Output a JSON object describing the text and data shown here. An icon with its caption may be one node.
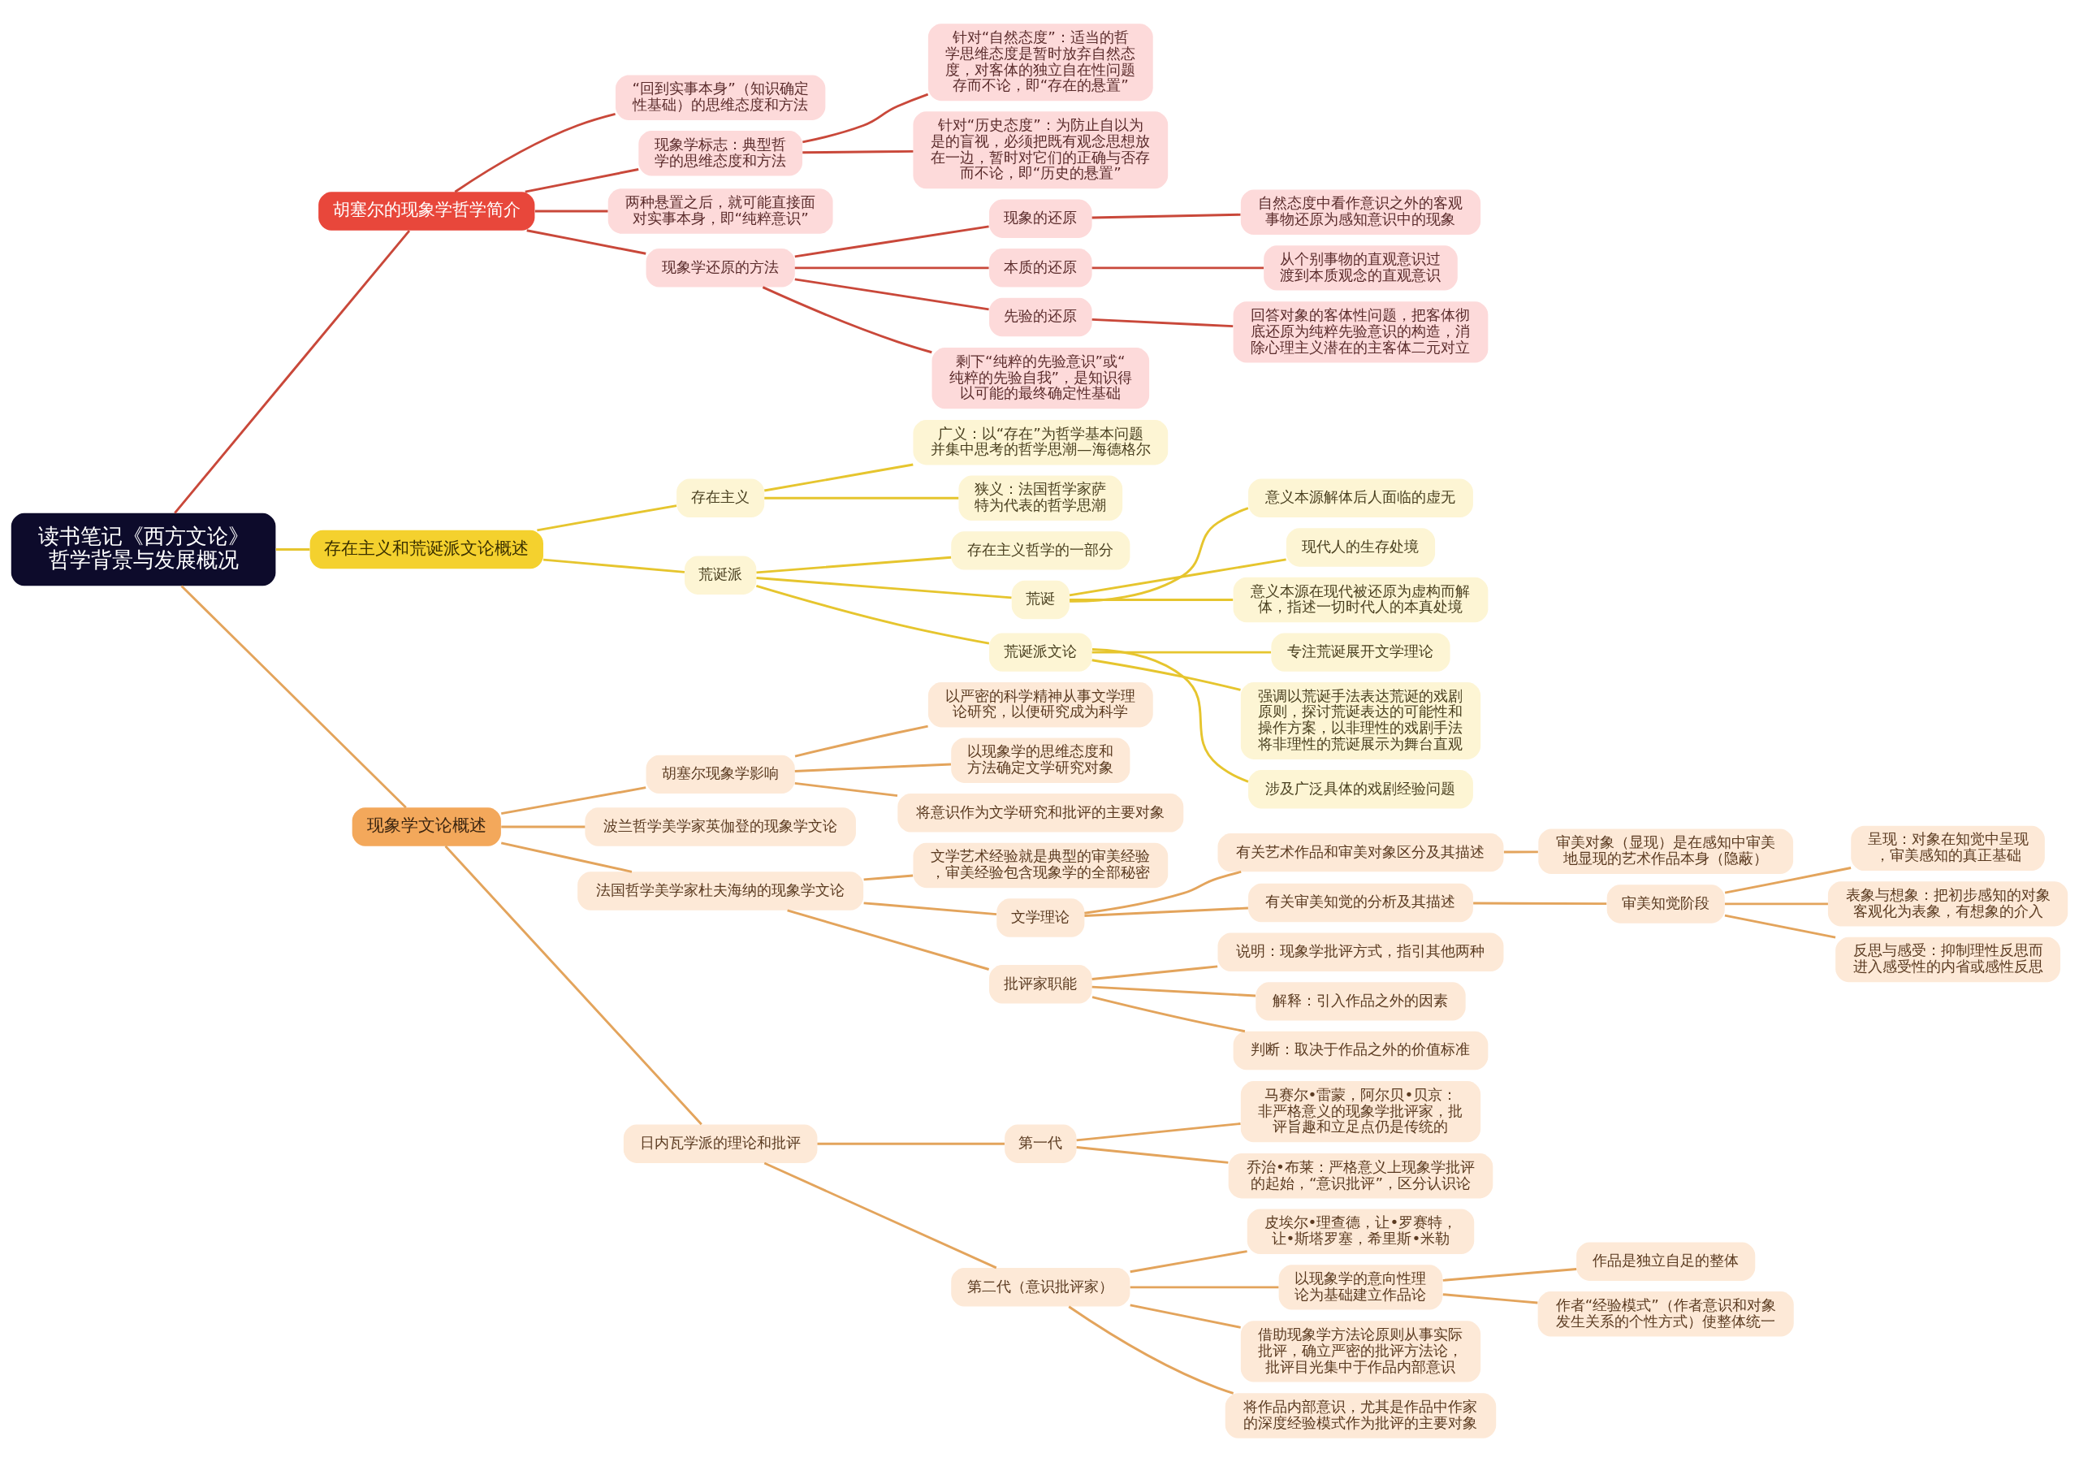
{
  "diagram": {
    "nodes": [
      {
        "text": [
          "读书笔记《西方文论》哲学背景与发展概况"
        ]
      },
      {
        "text": [
          "胡塞尔的现象学哲学简介"
        ]
      },
      {
        "text": [
          "“回到实事本身”（知识确定性基础）的思维态度和方法"
        ]
      },
      {
        "text": [
          "现象学标志：典型哲学的思维态度和方法"
        ]
      },
      {
        "text": [
          "针对“自然态度”：适当的哲学思维态度是暂时放弃自然态度，对客体的独立自在性问题存而不论，即“存在的悬置”"
        ]
      },
      {
        "text": [
          "针对“历史态度”：为防止自以为是的盲视，必须把既有观念思想放在一边，暂时对它们的正确与否存而不论，即“历史的悬置”"
        ]
      },
      {
        "text": [
          "两种悬置之后，就可能直接面对实事本身，即“纯粹意识”"
        ]
      },
      {
        "text": [
          "现象学还原的方法"
        ]
      },
      {
        "text": [
          "现象的还原"
        ]
      },
      {
        "text": [
          "自然态度中看作意识之外的客观事物还原为感知意识中的现象"
        ]
      },
      {
        "text": [
          "本质的还原"
        ]
      },
      {
        "text": [
          "从个别事物的直观意识过渡到本质观念的直观意识"
        ]
      },
      {
        "text": [
          "先验的还原"
        ]
      },
      {
        "text": [
          "回答对象的客体性问题，把客体彻底还原为纯粹先验意识的构造，消除心理主义潜在的主客体二元对立"
        ]
      },
      {
        "text": [
          "剩下“纯粹的先验意识”或“纯粹的先验自我”，是知识得以可能的最终确定性基础"
        ]
      },
      {
        "text": [
          "存在主义和荒诞派文论概述"
        ]
      },
      {
        "text": [
          "存在主义"
        ]
      },
      {
        "text": [
          "广义：以“存在”为哲学基本问题并集中思考的哲学思潮—海德格尔"
        ]
      },
      {
        "text": [
          "狭义：法国哲学家萨特为代表的哲学思潮"
        ]
      },
      {
        "text": [
          "荒诞派"
        ]
      },
      {
        "text": [
          "存在主义哲学的一部分"
        ]
      },
      {
        "text": [
          "荒诞"
        ]
      },
      {
        "text": [
          "意义本源解体后人面临的虚无"
        ]
      },
      {
        "text": [
          "现代人的生存处境"
        ]
      },
      {
        "text": [
          "意义本源在现代被还原为虚构而解体，指述一切时代人的本真处境"
        ]
      },
      {
        "text": [
          "荒诞派文论"
        ]
      },
      {
        "text": [
          "专注荒诞展开文学理论"
        ]
      },
      {
        "text": [
          "强调以荒诞手法表达荒诞的戏剧原则，探讨荒诞表达的可能性和操作方案，以非理性的戏剧手法将非理性的荒诞展示为舞台直观"
        ]
      },
      {
        "text": [
          "涉及广泛具体的戏剧经验问题"
        ]
      },
      {
        "text": [
          "现象学文论概述"
        ]
      },
      {
        "text": [
          "胡塞尔现象学影响"
        ]
      },
      {
        "text": [
          "以严密的科学精神从事文学理论研究，以便研究成为科学"
        ]
      },
      {
        "text": [
          "以现象学的思维态度和方法确定文学研究对象"
        ]
      },
      {
        "text": [
          "将意识作为文学研究和批评的主要对象"
        ]
      },
      {
        "text": [
          "波兰哲学美学家英伽登的现象学文论"
        ]
      },
      {
        "text": [
          "法国哲学美学家杜夫海纳的现象学文论"
        ]
      },
      {
        "text": [
          "文学艺术经验就是典型的审美经验，审美经验包含现象学的全部秘密"
        ]
      },
      {
        "text": [
          "文学理论"
        ]
      },
      {
        "text": [
          "有关艺术作品和审美对象区分及其描述"
        ]
      },
      {
        "text": [
          "审美对象（显现）是在感知中审美地显现的艺术作品本身（隐蔽）"
        ]
      },
      {
        "text": [
          "有关审美知觉的分析及其描述"
        ]
      },
      {
        "text": [
          "审美知觉阶段"
        ]
      },
      {
        "text": [
          "呈现：对象在知觉中呈现，审美感知的真正基础"
        ]
      },
      {
        "text": [
          "表象与想象：把初步感知的对象客观化为表象，有想象的介入"
        ]
      },
      {
        "text": [
          "反思与感受：抑制理性反思而进入感受性的内省或感性反思"
        ]
      },
      {
        "text": [
          "批评家职能"
        ]
      },
      {
        "text": [
          "说明：现象学批评方式，指引其他两种"
        ]
      },
      {
        "text": [
          "解释：引入作品之外的因素"
        ]
      },
      {
        "text": [
          "判断：取决于作品之外的价值标准"
        ]
      },
      {
        "text": [
          "日内瓦学派的理论和批评"
        ]
      },
      {
        "text": [
          "第一代"
        ]
      },
      {
        "text": [
          "马赛尔•雷蒙，阿尔贝•贝京：非严格意义的现象学批评家，批评旨趣和立足点仍是传统的"
        ]
      },
      {
        "text": [
          "乔治•布莱：严格意义上现象学批评的起始，“意识批评”，区分认识论"
        ]
      },
      {
        "text": [
          "第二代（意识批评家）"
        ]
      },
      {
        "text": [
          "皮埃尔•理查德，让•罗赛特，让•斯塔罗塞，希里斯•米勒"
        ]
      },
      {
        "text": [
          "以现象学的意向性理论为基础建立作品论"
        ]
      },
      {
        "text": [
          "作品是独立自足的整体"
        ]
      },
      {
        "text": [
          "作者“经验模式”（作者意识和对象发生关系的个性方式）使整体统一"
        ]
      },
      {
        "text": [
          "借助现象学方法论原则从事实际批评，确立严密的批评方法论，批评目光集中于作品内部意识"
        ]
      },
      {
        "text": [
          "将作品内部意识，尤其是作品中作家的深度经验模式作为批评的主要对象"
        ]
      }
    ],
    "edges": [
      {
        "from": 0,
        "to": 1,
        "arrow": "none",
        "color": "#c9483a"
      },
      {
        "from": 1,
        "to": 2,
        "arrow": "none",
        "color": "#c9483a"
      },
      {
        "from": 1,
        "to": 3,
        "arrow": "none",
        "color": "#c9483a"
      },
      {
        "from": 3,
        "to": 4,
        "arrow": "none",
        "color": "#c9483a"
      },
      {
        "from": 3,
        "to": 5,
        "arrow": "none",
        "color": "#c9483a"
      },
      {
        "from": 1,
        "to": 6,
        "arrow": "none",
        "color": "#c9483a"
      },
      {
        "from": 1,
        "to": 7,
        "arrow": "none",
        "color": "#c9483a"
      },
      {
        "from": 7,
        "to": 8,
        "arrow": "none",
        "color": "#c9483a"
      },
      {
        "from": 8,
        "to": 9,
        "arrow": "none",
        "color": "#c9483a"
      },
      {
        "from": 7,
        "to": 10,
        "arrow": "none",
        "color": "#c9483a"
      },
      {
        "from": 10,
        "to": 11,
        "arrow": "none",
        "color": "#c9483a"
      },
      {
        "from": 7,
        "to": 12,
        "arrow": "none",
        "color": "#c9483a"
      },
      {
        "from": 12,
        "to": 13,
        "arrow": "none",
        "color": "#c9483a"
      },
      {
        "from": 7,
        "to": 14,
        "arrow": "none",
        "color": "#c9483a"
      },
      {
        "from": 0,
        "to": 15,
        "arrow": "none",
        "color": "#e6c52e"
      },
      {
        "from": 15,
        "to": 16,
        "arrow": "none",
        "color": "#e6c52e"
      },
      {
        "from": 16,
        "to": 17,
        "arrow": "none",
        "color": "#e6c52e"
      },
      {
        "from": 16,
        "to": 18,
        "arrow": "none",
        "color": "#e6c52e"
      },
      {
        "from": 15,
        "to": 19,
        "arrow": "none",
        "color": "#e6c52e"
      },
      {
        "from": 19,
        "to": 20,
        "arrow": "none",
        "color": "#e6c52e"
      },
      {
        "from": 19,
        "to": 21,
        "arrow": "none",
        "color": "#e6c52e"
      },
      {
        "from": 21,
        "to": 22,
        "arrow": "none",
        "color": "#e6c52e"
      },
      {
        "from": 21,
        "to": 23,
        "arrow": "none",
        "color": "#e6c52e"
      },
      {
        "from": 21,
        "to": 24,
        "arrow": "none",
        "color": "#e6c52e"
      },
      {
        "from": 19,
        "to": 25,
        "arrow": "none",
        "color": "#e6c52e"
      },
      {
        "from": 25,
        "to": 26,
        "arrow": "none",
        "color": "#e6c52e"
      },
      {
        "from": 25,
        "to": 27,
        "arrow": "none",
        "color": "#e6c52e"
      },
      {
        "from": 25,
        "to": 28,
        "arrow": "none",
        "color": "#e6c52e"
      },
      {
        "from": 0,
        "to": 29,
        "arrow": "none"
      },
      {
        "from": 29,
        "to": 30,
        "arrow": "none"
      },
      {
        "from": 30,
        "to": 31,
        "arrow": "none"
      },
      {
        "from": 30,
        "to": 32,
        "arrow": "none"
      },
      {
        "from": 30,
        "to": 33,
        "arrow": "none"
      },
      {
        "from": 29,
        "to": 34,
        "arrow": "none"
      },
      {
        "from": 29,
        "to": 35,
        "arrow": "none"
      },
      {
        "from": 35,
        "to": 36,
        "arrow": "none"
      },
      {
        "from": 35,
        "to": 37,
        "arrow": "none"
      },
      {
        "from": 37,
        "to": 38,
        "arrow": "none"
      },
      {
        "from": 38,
        "to": 39,
        "arrow": "none"
      },
      {
        "from": 37,
        "to": 40,
        "arrow": "none"
      },
      {
        "from": 40,
        "to": 41,
        "arrow": "none"
      },
      {
        "from": 41,
        "to": 42,
        "arrow": "none"
      },
      {
        "from": 41,
        "to": 43,
        "arrow": "none"
      },
      {
        "from": 41,
        "to": 44,
        "arrow": "none"
      },
      {
        "from": 35,
        "to": 45,
        "arrow": "none"
      },
      {
        "from": 45,
        "to": 46,
        "arrow": "none"
      },
      {
        "from": 45,
        "to": 47,
        "arrow": "none"
      },
      {
        "from": 45,
        "to": 48,
        "arrow": "none"
      },
      {
        "from": 29,
        "to": 49,
        "arrow": "none"
      },
      {
        "from": 49,
        "to": 50,
        "arrow": "none"
      },
      {
        "from": 50,
        "to": 51,
        "arrow": "none"
      },
      {
        "from": 50,
        "to": 52,
        "arrow": "none"
      },
      {
        "from": 49,
        "to": 53,
        "arrow": "none"
      },
      {
        "from": 53,
        "to": 54,
        "arrow": "none"
      },
      {
        "from": 53,
        "to": 55,
        "arrow": "none"
      },
      {
        "from": 55,
        "to": 56,
        "arrow": "none"
      },
      {
        "from": 55,
        "to": 57,
        "arrow": "none"
      },
      {
        "from": 53,
        "to": 58,
        "arrow": "none"
      },
      {
        "from": 53,
        "to": 59,
        "arrow": "none"
      }
    ]
  }
}
